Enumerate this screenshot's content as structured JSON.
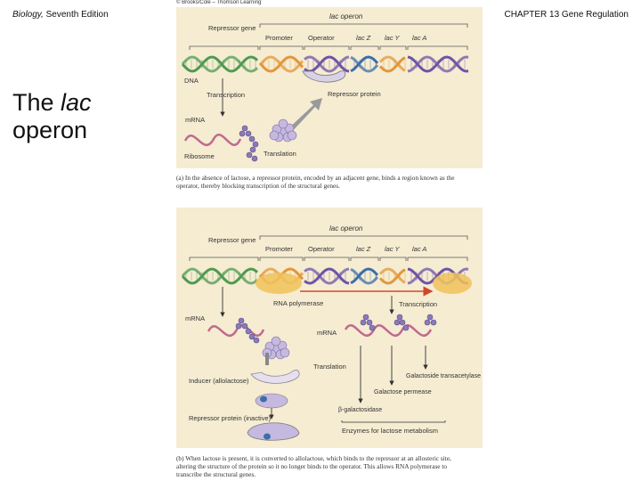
{
  "header": {
    "book_title": "Biology,",
    "edition": "Seventh Edition",
    "chapter": "CHAPTER 13  Gene Regulation"
  },
  "slide_title": {
    "prefix": "The ",
    "italic": "lac",
    "suffix": "operon"
  },
  "figure": {
    "credit": "© Brooks/Cole – Thomson Learning",
    "panel_a": {
      "operon_label": "lac operon",
      "repressor_gene": "Repressor gene",
      "promoter": "Promoter",
      "operator": "Operator",
      "lac_z": "lac Z",
      "lac_y": "lac Y",
      "lac_a": "lac A",
      "dna": "DNA",
      "transcription": "Transcription",
      "mrna": "mRNA",
      "ribosome": "Ribosome",
      "translation": "Translation",
      "repressor_protein": "Repressor protein",
      "caption": "(a)  In the absence of lactose, a repressor protein, encoded by an adjacent gene, binds a region known as the operator, thereby blocking transcription of the structural genes."
    },
    "panel_b": {
      "operon_label": "lac operon",
      "repressor_gene": "Repressor gene",
      "promoter": "Promoter",
      "operator": "Operator",
      "lac_z": "lac Z",
      "lac_y": "lac Y",
      "lac_a": "lac A",
      "rna_polymerase": "RNA polymerase",
      "transcription": "Transcription",
      "mrna_left": "mRNA",
      "mrna_right": "mRNA",
      "translation": "Translation",
      "inducer": "Inducer (allolactose)",
      "repressor_inactive": "Repressor protein (inactive)",
      "beta_gal": "β-galactosidase",
      "permease": "Galactose permease",
      "transacetylase": "Galactoside transacetylase",
      "enzymes": "Enzymes for lactose metabolism",
      "caption": "(b)  When lactose is present, it is converted to allolactose, which binds to the repressor at an allosteric site, altering the structure of the protein so it no longer binds to the operator. This allows RNA polymerase to transcribe the structural genes."
    }
  },
  "colors": {
    "panel_bg": "#f5ecd2",
    "dna_green": "#4f9a52",
    "dna_orange": "#e3963a",
    "dna_purple": "#6e54a6",
    "dna_blue": "#3d6ea8",
    "mrna_pink": "#c06a8e",
    "protein_lavender": "#c6b9df",
    "polymerase_yellow": "#f0c35a",
    "transcription_arrow": "#d0492a"
  }
}
